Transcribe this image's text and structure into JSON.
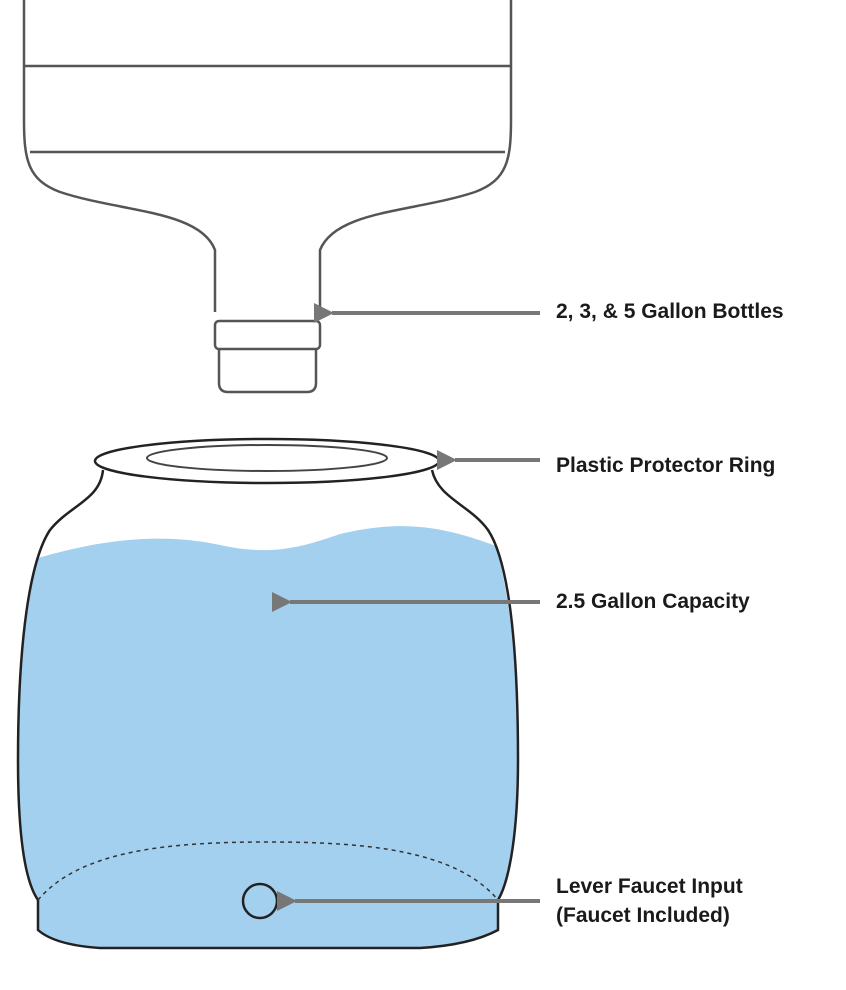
{
  "colors": {
    "water": "#a4d0ef",
    "outline": "#222222",
    "bottle_outline": "#555555",
    "arrow": "#777777",
    "background": "#ffffff"
  },
  "labels": {
    "bottles": "2, 3, & 5 Gallon Bottles",
    "ring": "Plastic Protector Ring",
    "capacity": "2.5 Gallon Capacity",
    "faucet_line1": "Lever Faucet Input",
    "faucet_line2": "(Faucet Included)"
  }
}
